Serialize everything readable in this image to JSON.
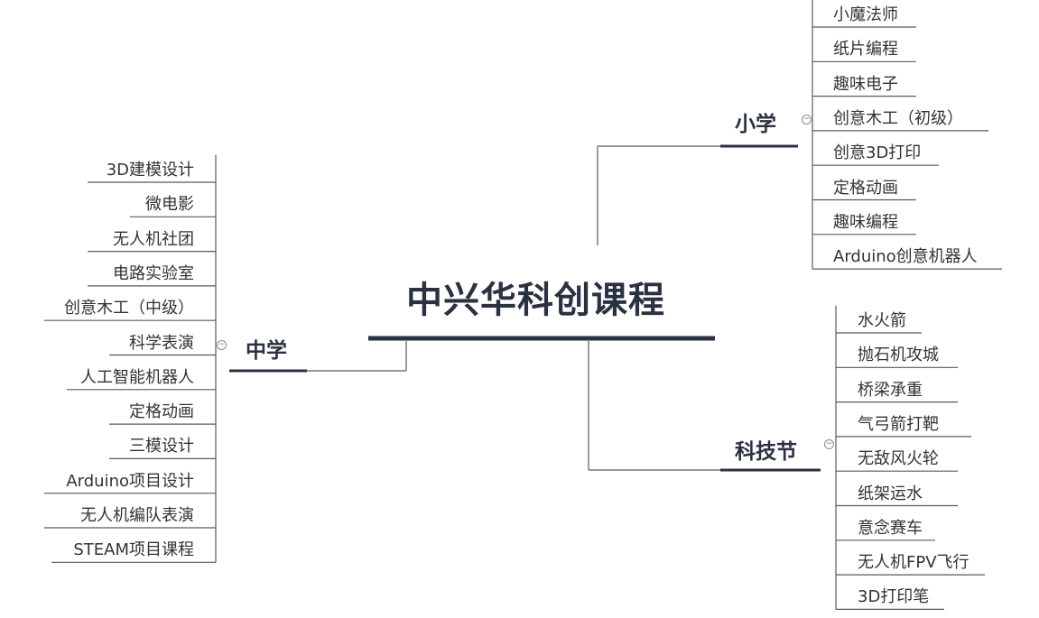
{
  "root": {
    "label": "中兴华科创课程"
  },
  "branches": [
    {
      "id": "xiaoxue",
      "label": "小学",
      "items": [
        "小魔法师",
        "纸片编程",
        "趣味电子",
        "创意木工（初级）",
        "创意3D打印",
        "定格动画",
        "趣味编程",
        "Arduino创意机器人"
      ]
    },
    {
      "id": "zhongxue",
      "label": "中学",
      "items": [
        "3D建模设计",
        "微电影",
        "无人机社团",
        "电路实验室",
        "创意木工（中级）",
        "科学表演",
        "人工智能机器人",
        "定格动画",
        "三模设计",
        "Arduino项目设计",
        "无人机编队表演",
        "STEAM项目课程"
      ]
    },
    {
      "id": "kejijie",
      "label": "科技节",
      "items": [
        "水火箭",
        "抛石机攻城",
        "桥梁承重",
        "气弓箭打靶",
        "无敌风火轮",
        "纸架运水",
        "意念赛车",
        "无人机FPV飞行",
        "3D打印笔"
      ]
    }
  ],
  "colors": {
    "node_line": "#2a3140",
    "connector": "#5a5a5a",
    "text": "#333333"
  },
  "icons": {
    "collapse": "minus-circle-icon"
  }
}
